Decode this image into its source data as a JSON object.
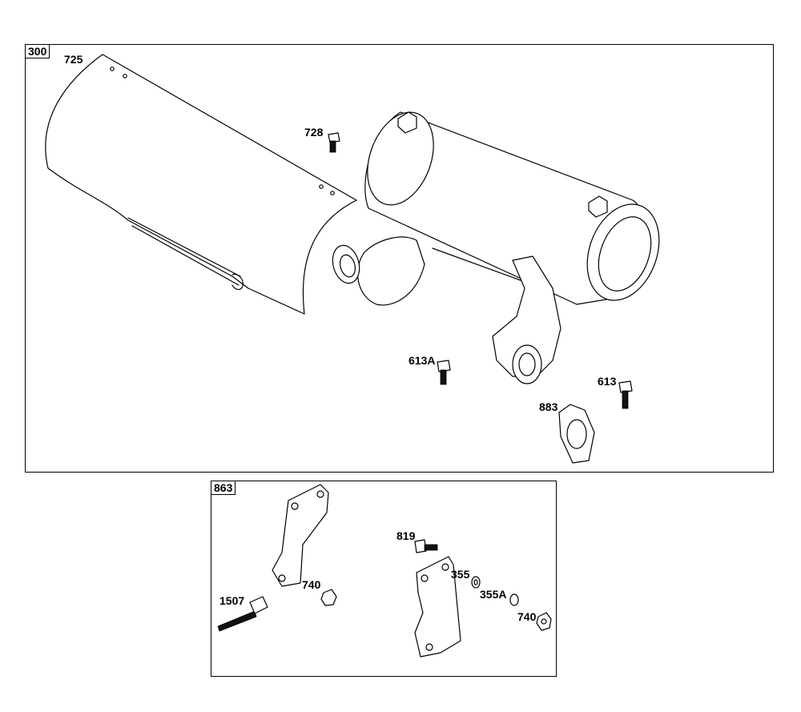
{
  "panels": {
    "main": {
      "tag": "300"
    },
    "kit": {
      "tag": "863"
    }
  },
  "callouts": {
    "p725": "725",
    "p728": "728",
    "p613A": "613A",
    "p613": "613",
    "p883": "883",
    "p819": "819",
    "p740a": "740",
    "p1507": "1507",
    "p355": "355",
    "p355A": "355A",
    "p740b": "740"
  }
}
